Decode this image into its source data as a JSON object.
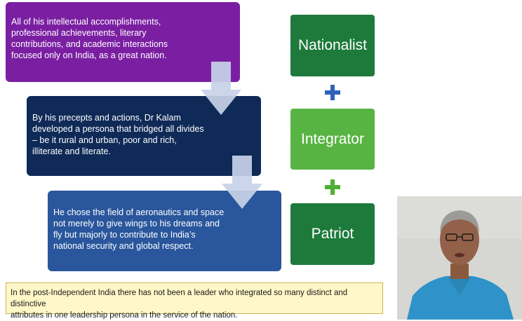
{
  "slide": {
    "boxes": [
      {
        "lines": [
          "All of his intellectual accomplishments,",
          "professional achievements, literary",
          "contributions, and academic interactions",
          "focused only on India, as a great nation."
        ]
      },
      {
        "lines": [
          "By his precepts and actions, Dr Kalam",
          "developed a persona that bridged all divides",
          "– be it rural and urban, poor and rich,",
          "illiterate and literate."
        ]
      },
      {
        "lines": [
          "He chose the field of aeronautics and space",
          "not merely to give wings to his dreams and",
          "fly but majorly to contribute to India’s",
          "national security and global respect."
        ]
      }
    ],
    "tiles": [
      {
        "label": "Nationalist",
        "color": "#1d7a3b"
      },
      {
        "label": "Integrator",
        "color": "#58b442"
      },
      {
        "label": "Patriot",
        "color": "#1d7a3b"
      }
    ],
    "plus_color": "#2e62b8",
    "note": {
      "lines": [
        "In the post-Independent India there has not been a leader who integrated so many distinct and distinctive",
        "attributes in one leadership persona in the service of the nation."
      ]
    }
  },
  "video": {
    "icon": "speaker-video-thumbnail"
  }
}
